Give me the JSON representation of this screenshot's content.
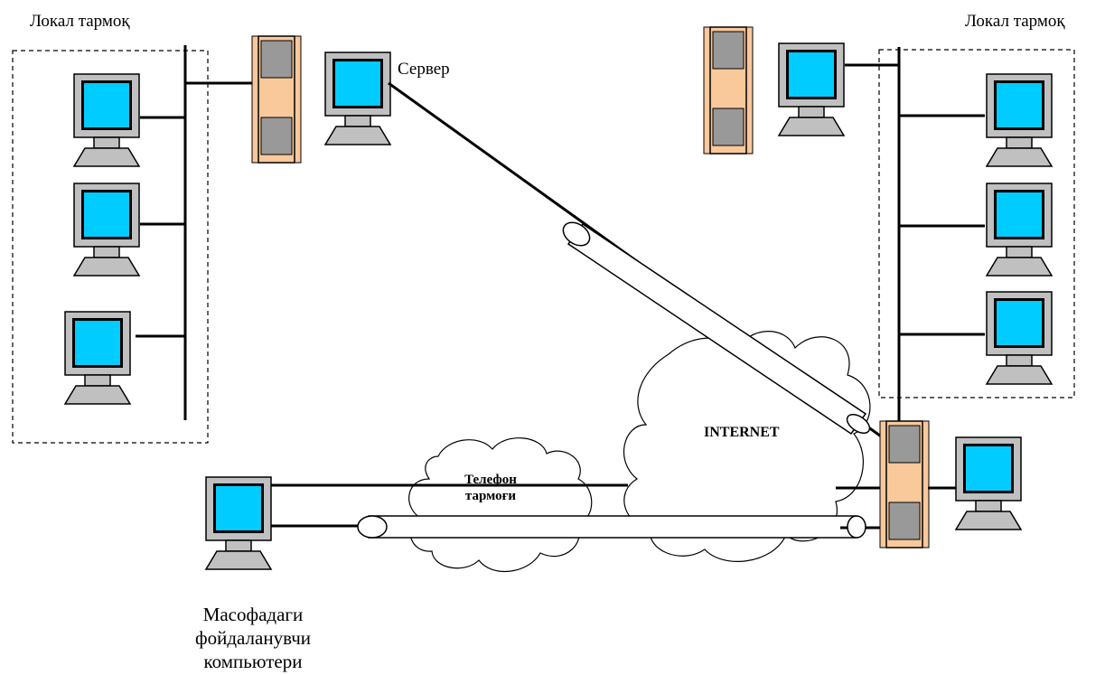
{
  "labels": {
    "lan_left": "Локал тармоқ",
    "lan_right": "Локал тармоқ",
    "server": "Сервер",
    "internet": "INTERNET",
    "phone_network_line1": "Телефон",
    "phone_network_line2": "тармоғи",
    "remote_line1": "Масофадаги",
    "remote_line2": "фойдаланувчи",
    "remote_line3": "компьютери"
  },
  "colors": {
    "screen": "#00ccff",
    "monitor_frame": "#c0c0c0",
    "router_body": "#f9c89b",
    "router_module": "#999999",
    "line": "#000000"
  }
}
